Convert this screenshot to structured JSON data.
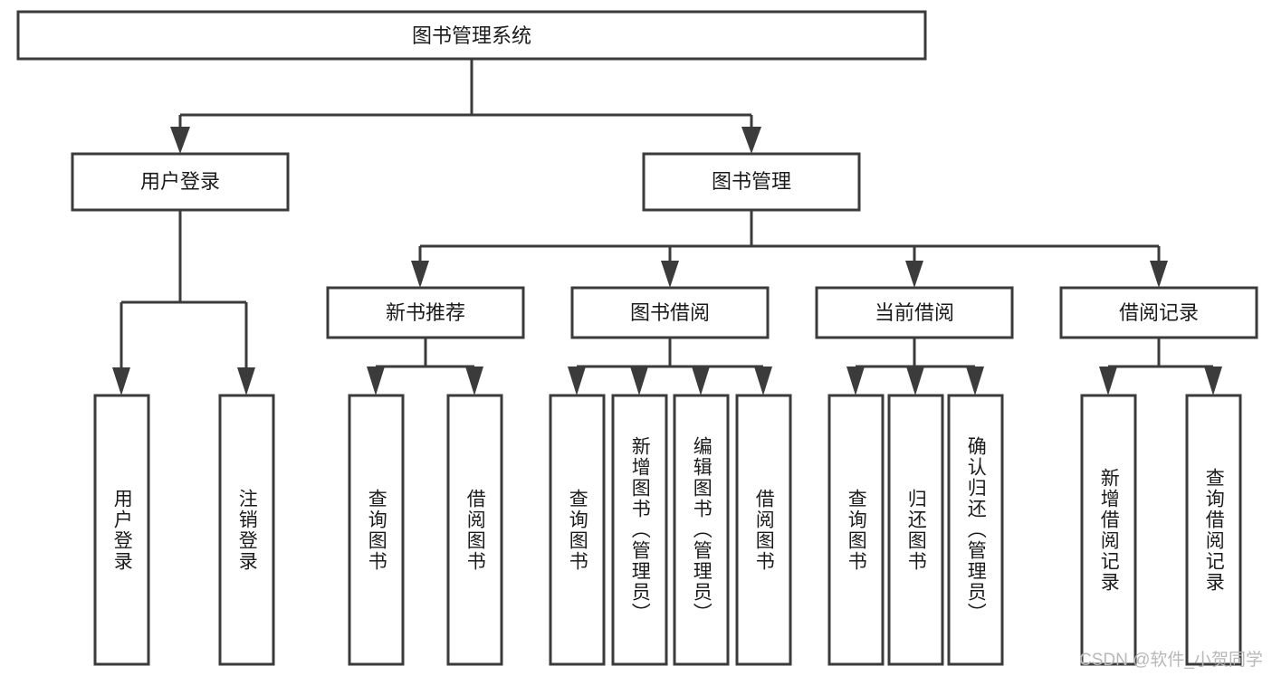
{
  "diagram": {
    "title": "图书管理系统",
    "type": "hierarchy-tree",
    "levels": {
      "root": {
        "label": "图书管理系统"
      },
      "level2": [
        {
          "label": "用户登录"
        },
        {
          "label": "图书管理"
        }
      ],
      "level3": [
        {
          "label": "新书推荐"
        },
        {
          "label": "图书借阅"
        },
        {
          "label": "当前借阅"
        },
        {
          "label": "借阅记录"
        }
      ],
      "leaves": {
        "user_login": [
          {
            "label": "用户登录"
          },
          {
            "label": "注销登录"
          }
        ],
        "new_book_recommend": [
          {
            "label": "查询图书"
          },
          {
            "label": "借阅图书"
          }
        ],
        "book_borrow": [
          {
            "label": "查询图书"
          },
          {
            "label": "新增图书（管理员）"
          },
          {
            "label": "编辑图书（管理员）"
          },
          {
            "label": "借阅图书"
          }
        ],
        "current_borrow": [
          {
            "label": "查询图书"
          },
          {
            "label": "归还图书"
          },
          {
            "label": "确认归还（管理员）"
          }
        ],
        "borrow_record": [
          {
            "label": "新增借阅记录"
          },
          {
            "label": "查询借阅记录"
          }
        ]
      }
    },
    "watermark": "CSDN @软件_小贺同学",
    "colors": {
      "stroke": "#3b3b3b",
      "fill": "#ffffff",
      "text": "#1b1b1b",
      "watermark": "#b8b8b8"
    }
  }
}
